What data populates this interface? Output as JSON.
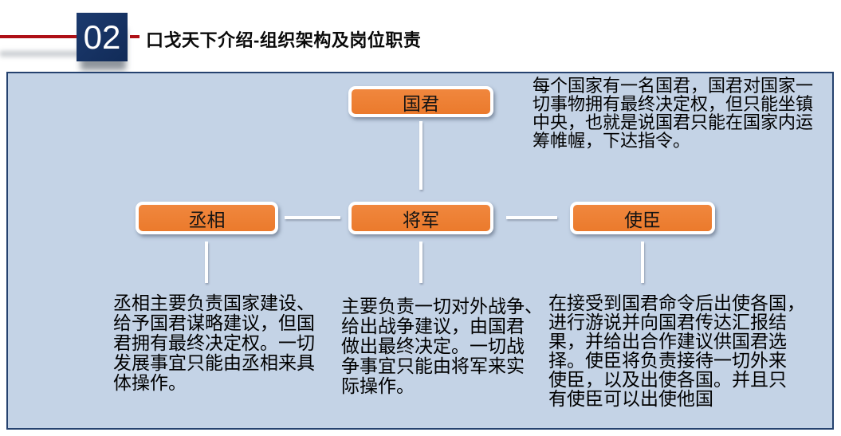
{
  "slide": {
    "section_number": "02",
    "title": "口戈天下介绍-组织架构及岗位职责"
  },
  "org_chart": {
    "nodes": {
      "king": {
        "label": "国君",
        "description": "每个国家有一名国君，国君对国家一\n切事物拥有最终决定权，但只能坐镇\n中央，也就是说国君只能在国家内运\n筹帷幄，下达指令。"
      },
      "minister": {
        "label": "丞相",
        "description": "丞相主要负责国家建设、\n给予国君谋略建议，但国\n君拥有最终决定权。一切\n发展事宜只能由丞相来具\n体操作。"
      },
      "general": {
        "label": "将军",
        "description": "主要负责一切对外战争、\n给出战争建议，由国君\n做出最终决定。一切战\n争事宜只能由将军来实\n际操作。"
      },
      "envoy": {
        "label": "使臣",
        "description": "在接受到国君命令后出使各国，\n进行游说并向国君传达汇报结\n果，并给出合作建议供国君选\n择。使臣将负责接待一切外来\n使臣，以及出使各国。并且只\n有使臣可以出使他国"
      }
    }
  },
  "colors": {
    "accent_orange": "#ED7D31",
    "panel_background": "#C4D3E6",
    "panel_border": "#25426F",
    "badge_navy": "#132E5E",
    "accent_red": "#AE1016",
    "connector_white": "#FFFFFF"
  }
}
